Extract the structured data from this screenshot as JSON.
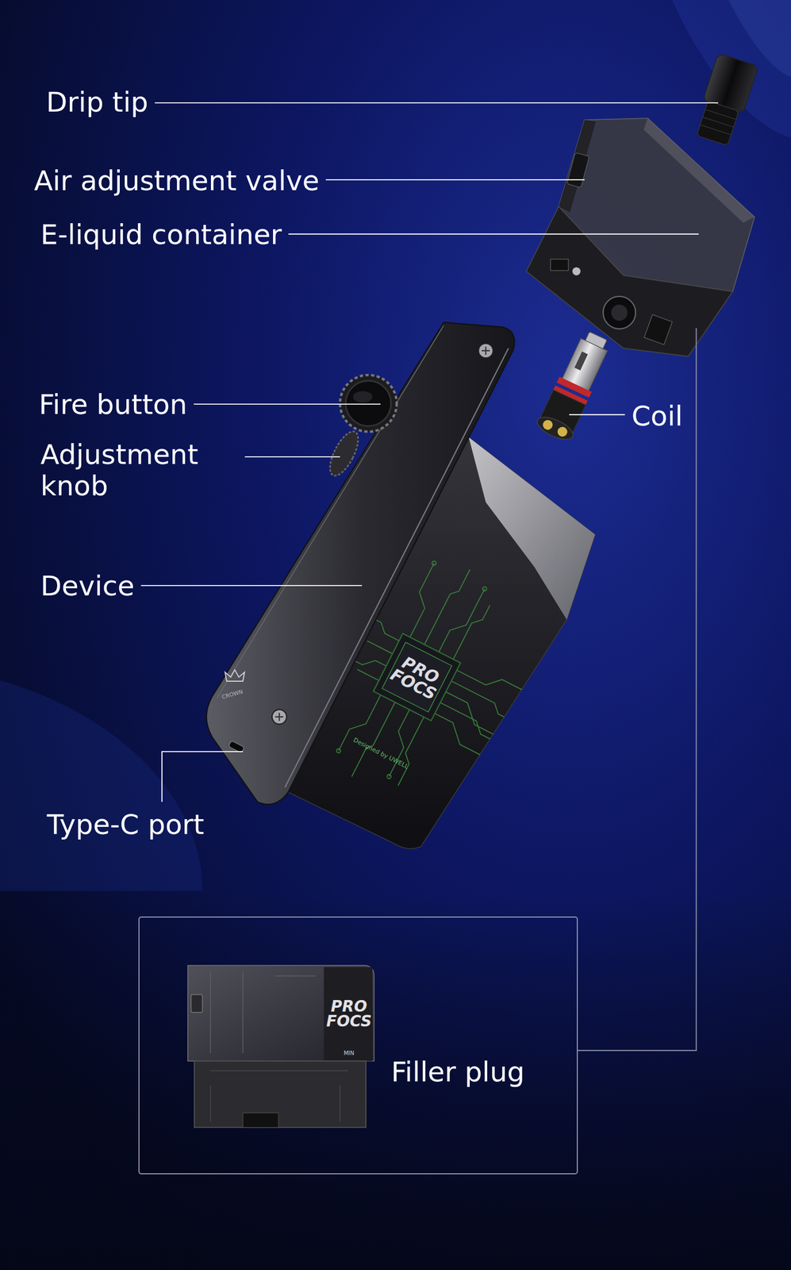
{
  "diagram": {
    "nodes": [
      {
        "text": [
          "Filler plug"
        ]
      }
    ],
    "labels": [
      "Drip tip",
      "Air adjustment valve",
      "E-liquid container",
      "Fire button",
      "Adjustment knob",
      "Device",
      "Coil",
      "Type-C port",
      "CROWN",
      "PRO FOCS",
      "Designed by UWELL",
      "PRO FOCS",
      "MIN"
    ]
  }
}
